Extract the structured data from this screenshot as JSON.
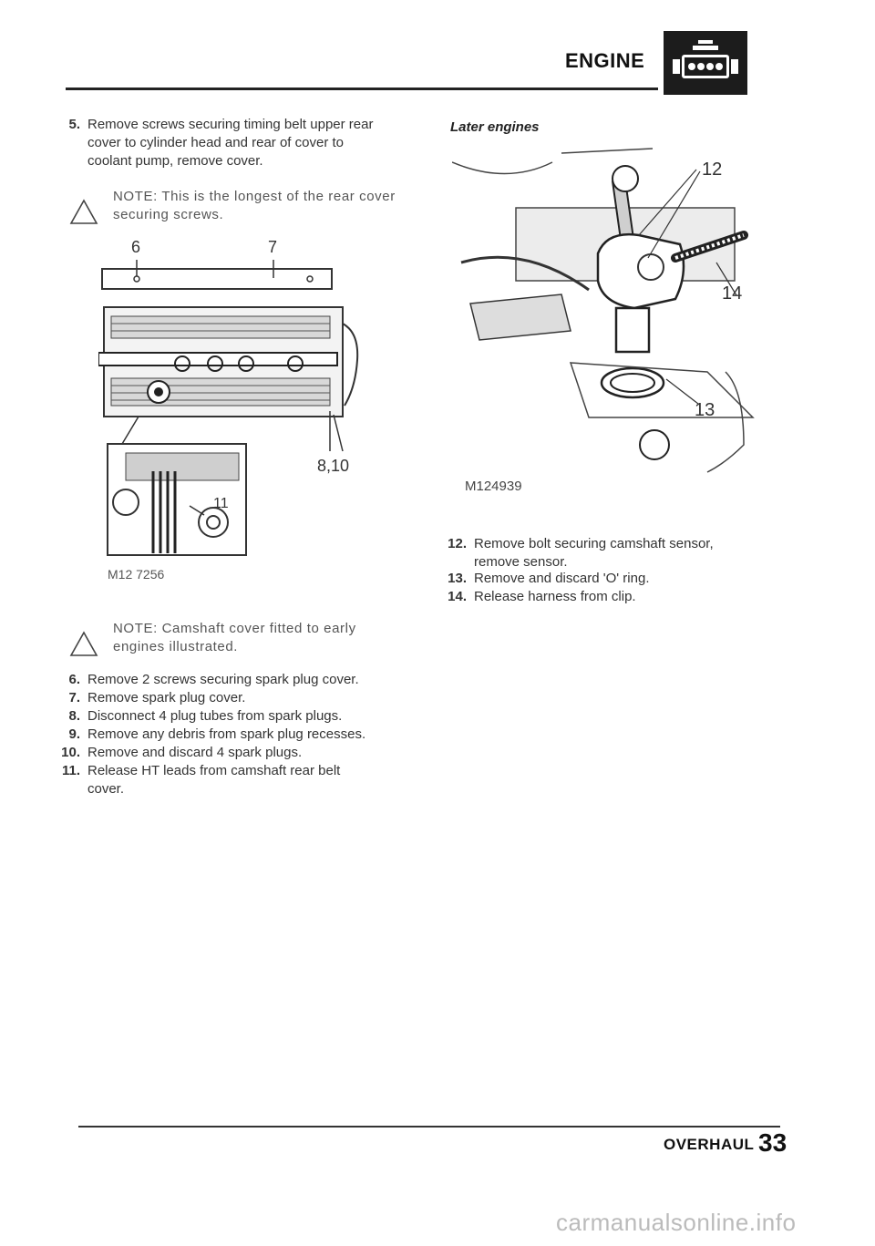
{
  "header": {
    "title": "ENGINE"
  },
  "left_column": {
    "step5": {
      "num": "5.",
      "lines": [
        "Remove screws securing timing belt upper rear",
        "cover to cylinder head and rear of cover to",
        "coolant pump, remove cover."
      ]
    },
    "note1": {
      "lines": [
        "NOTE: This is the longest of the rear cover",
        "securing screws."
      ]
    },
    "figure1": {
      "label_6": "6",
      "label_7": "7",
      "label_8_10": "8,10",
      "label_11": "11",
      "code": "M12 7256"
    },
    "note2": {
      "lines": [
        "NOTE: Camshaft cover fitted to early",
        "engines illustrated."
      ]
    },
    "steps": [
      {
        "num": "6.",
        "lines": [
          "Remove 2 screws securing spark plug cover."
        ]
      },
      {
        "num": "7.",
        "lines": [
          "Remove spark plug cover."
        ]
      },
      {
        "num": "8.",
        "lines": [
          "Disconnect 4 plug tubes from spark plugs."
        ]
      },
      {
        "num": "9.",
        "lines": [
          "Remove any debris from spark plug recesses."
        ]
      },
      {
        "num": "10.",
        "lines": [
          "Remove and discard 4 spark plugs."
        ]
      },
      {
        "num": "11.",
        "lines": [
          "Release HT leads from camshaft rear belt",
          "cover."
        ]
      }
    ]
  },
  "right_column": {
    "subheading": "Later engines",
    "figure2": {
      "label_12": "12",
      "label_13": "13",
      "label_14": "14",
      "code": "M124939"
    },
    "steps": [
      {
        "num": "12.",
        "lines": [
          "Remove bolt securing camshaft sensor,",
          "remove sensor."
        ]
      },
      {
        "num": "13.",
        "lines": [
          "Remove and discard 'O' ring."
        ]
      },
      {
        "num": "14.",
        "lines": [
          "Release harness from clip."
        ]
      }
    ]
  },
  "footer": {
    "section": "OVERHAUL",
    "page_number": "33"
  },
  "watermark": "carmanualsonline.info"
}
